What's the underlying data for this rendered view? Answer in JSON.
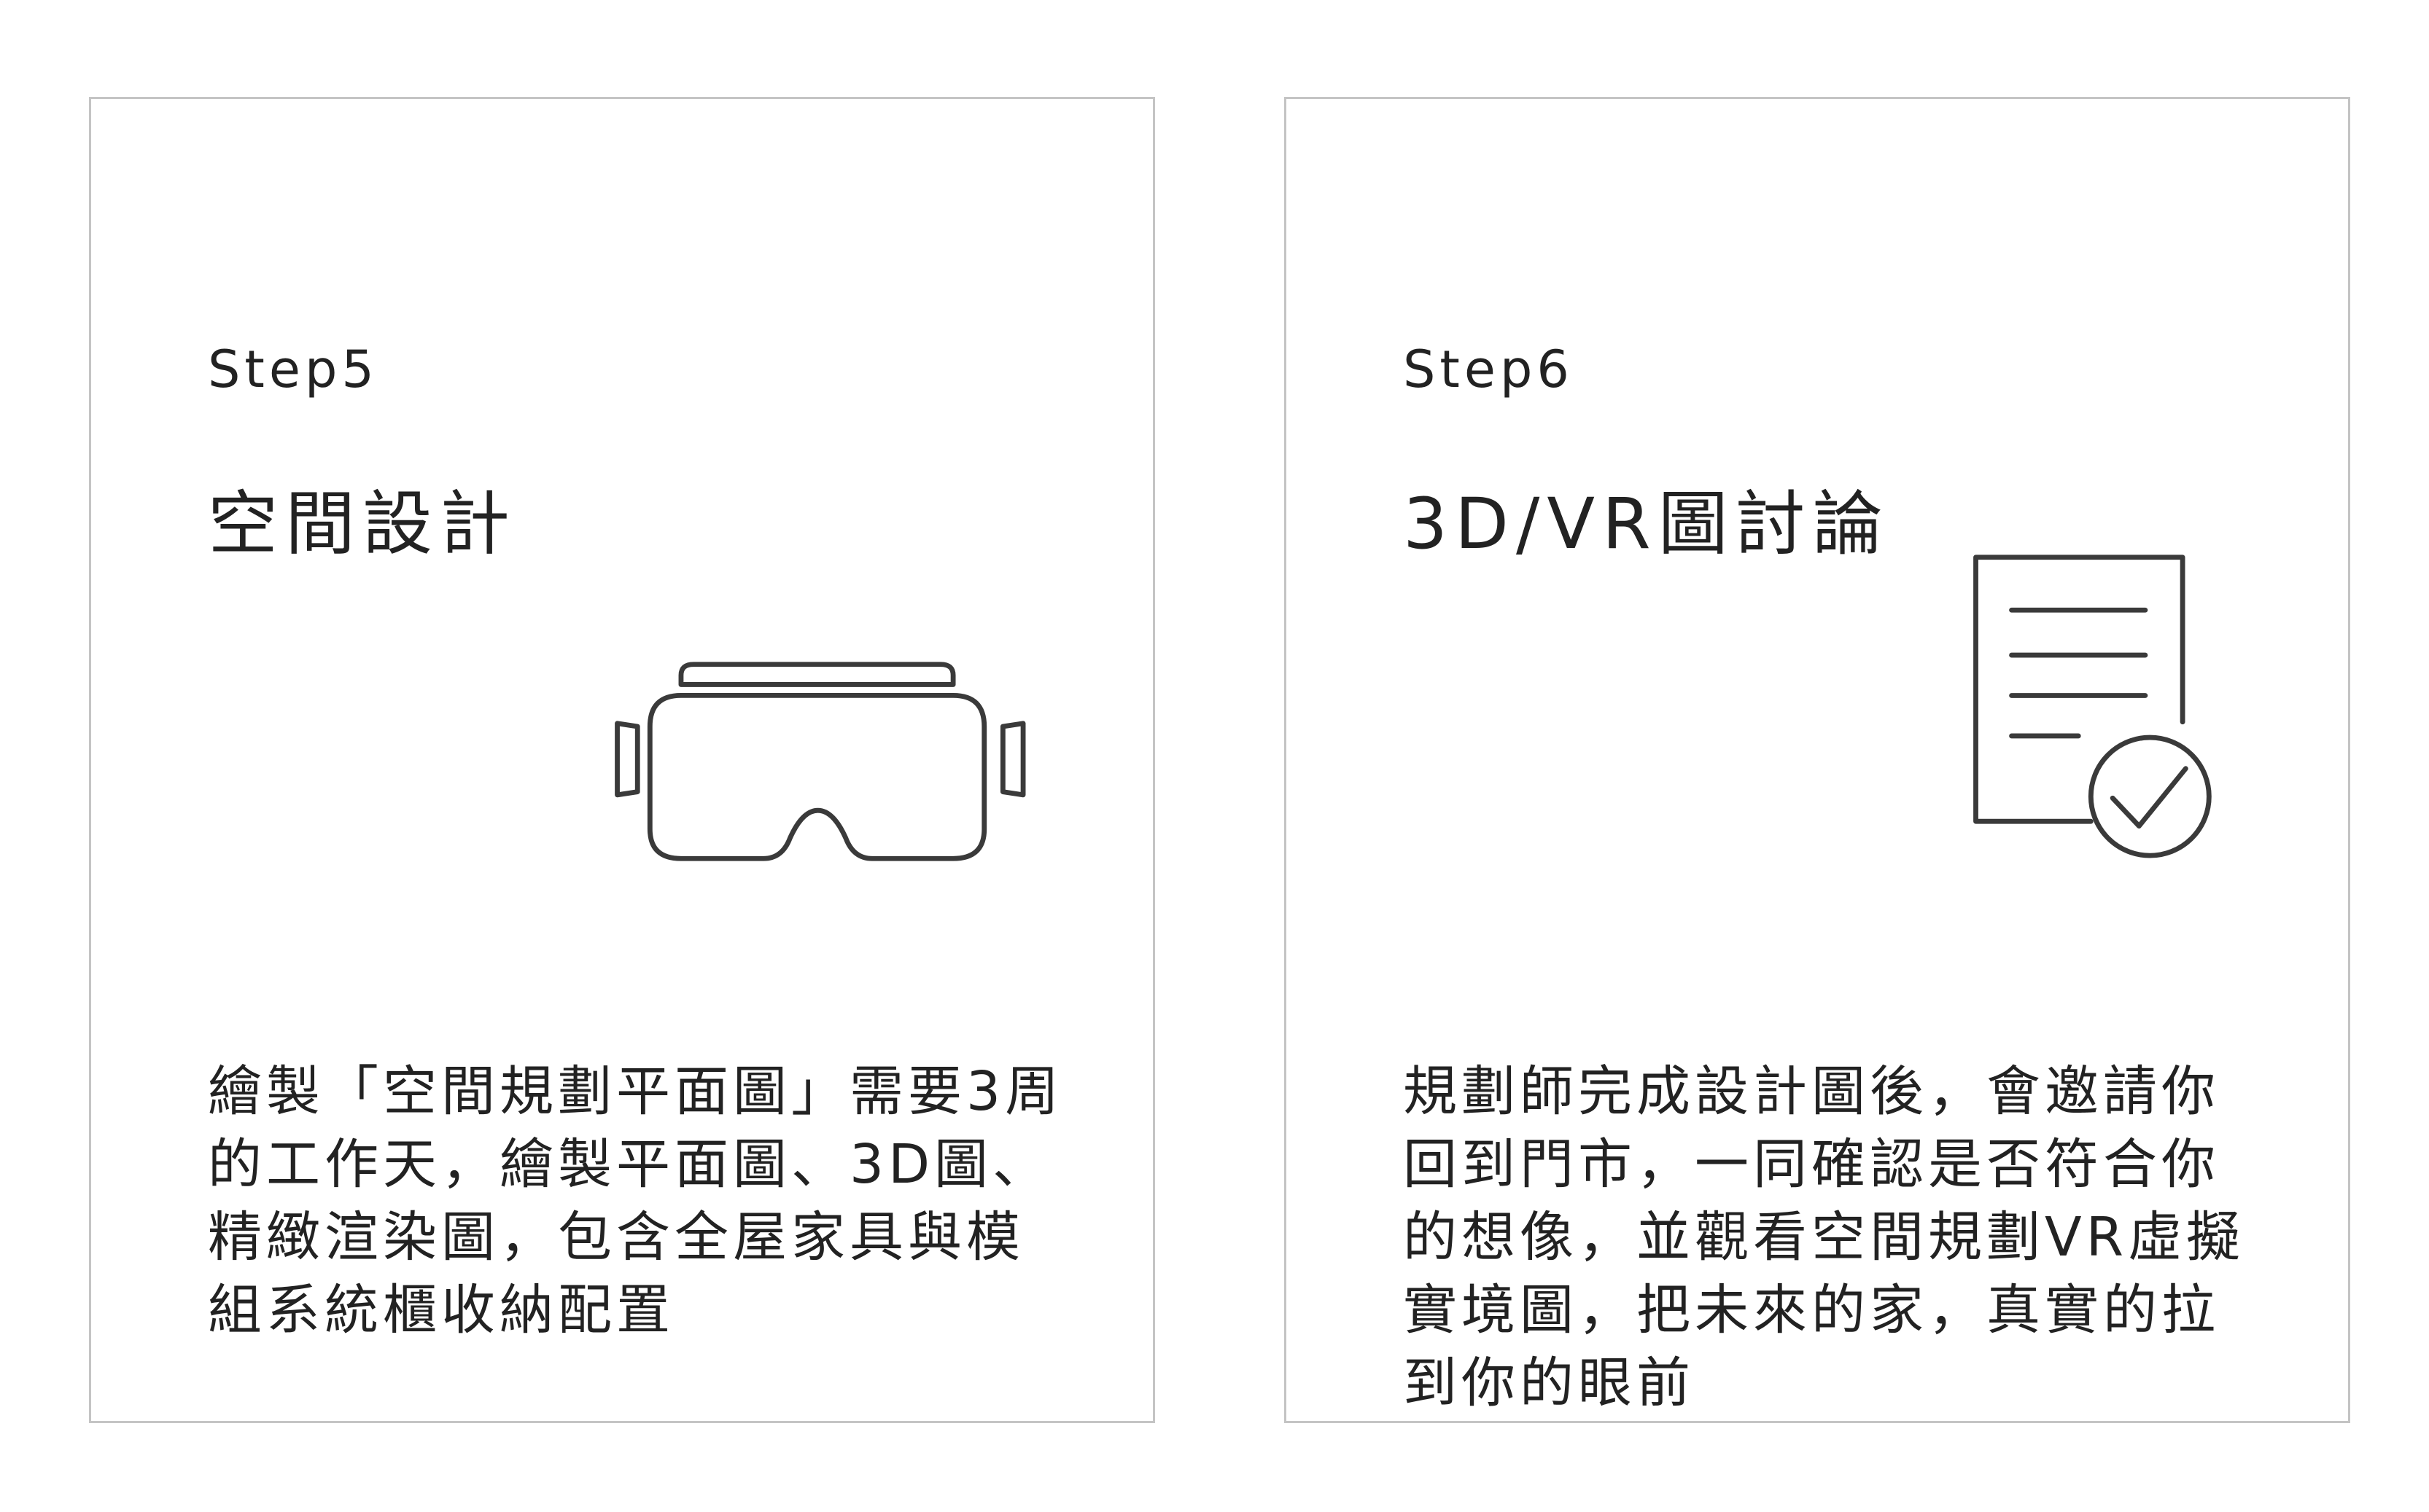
{
  "cards": [
    {
      "step": "Step5",
      "title": "空間設計",
      "icon": "vr-headset-icon",
      "body_lines": [
        "繪製「空間規劃平面圖」需要3周",
        "的工作天，繪製平面圖、3D圖、",
        "精緻渲染圖，包含全屋家具與模",
        "組系統櫃收納配置"
      ]
    },
    {
      "step": "Step6",
      "title": "3D/VR圖討論",
      "icon": "document-check-icon",
      "body_lines": [
        "規劃師完成設計圖後，會邀請你",
        "回到門市，一同確認是否符合你",
        "的想像，並觀看空間規劃VR虛擬",
        "實境圖，把未來的家，真實的拉",
        "到你的眼前"
      ]
    }
  ],
  "colors": {
    "border": "#c4c4c4",
    "icon": "#3a3a3a",
    "text": "#222222"
  }
}
